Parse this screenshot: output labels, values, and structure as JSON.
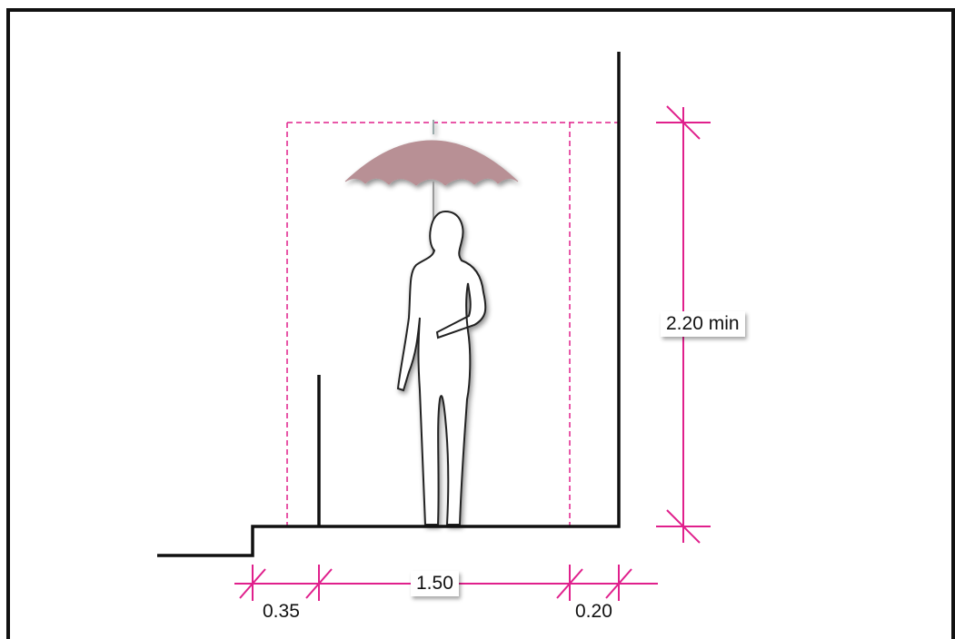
{
  "diagram": {
    "dimensions": {
      "height_label": "2.20 min",
      "width_label": "1.50",
      "left_offset_label": "0.35",
      "right_offset_label": "0.20"
    },
    "colors": {
      "dimension_line": "#e0208c",
      "clearance_dash": "#e0208c",
      "wall": "#111111",
      "umbrella": "#b89095",
      "figure_outline": "#222222",
      "frame": "#111111"
    },
    "icons": [
      "person-with-umbrella-icon",
      "dimension-tick-icon"
    ]
  }
}
